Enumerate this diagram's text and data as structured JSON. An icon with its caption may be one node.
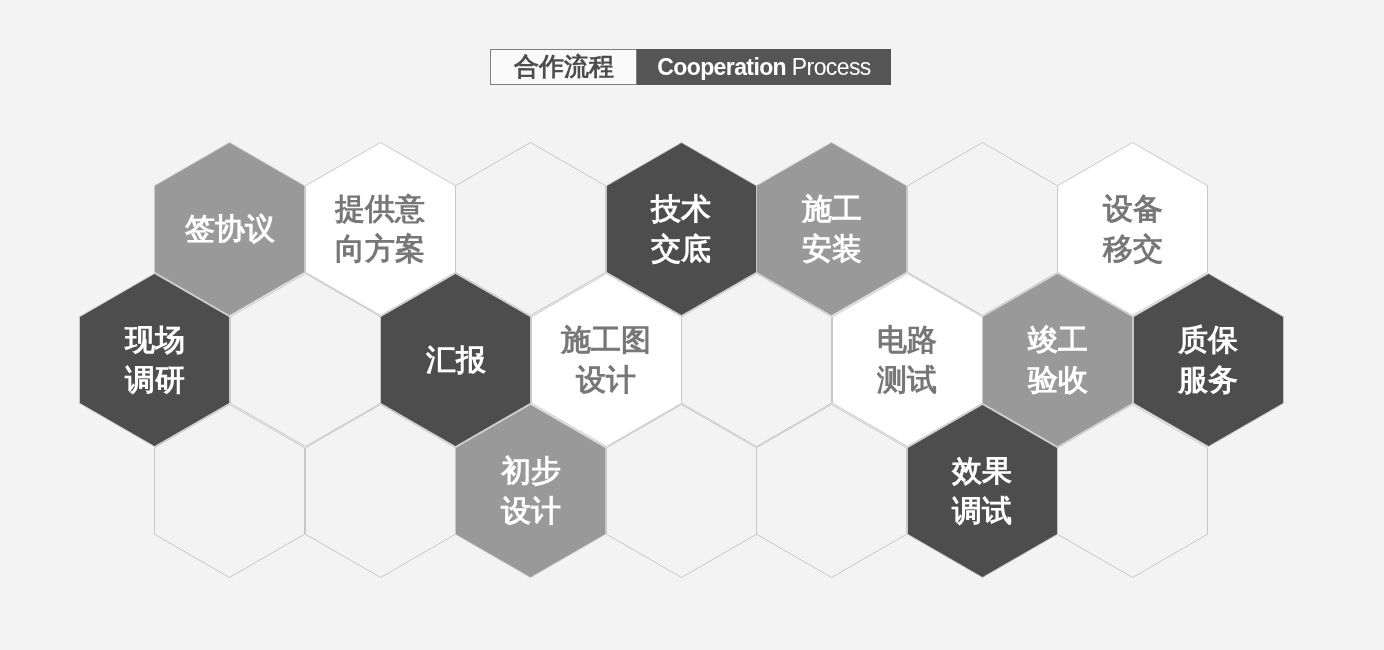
{
  "diagram": {
    "title": "合作流程",
    "nodes": [
      {
        "text": [
          "签协议"
        ]
      },
      {
        "text": [
          "提供意向方案"
        ]
      },
      {
        "text": [],
        "shape": "hexagon"
      },
      {
        "text": [
          "技术交底"
        ]
      },
      {
        "text": [
          "施工安装"
        ]
      },
      {
        "text": [],
        "shape": "hexagon"
      },
      {
        "text": [
          "设备移交"
        ]
      },
      {
        "text": [
          "现场调研"
        ]
      },
      {
        "text": [],
        "shape": "hexagon"
      },
      {
        "text": [
          "汇报"
        ]
      },
      {
        "text": [
          "施工图设计"
        ]
      },
      {
        "text": [],
        "shape": "hexagon"
      },
      {
        "text": [
          "电路测试"
        ]
      },
      {
        "text": [
          "竣工验收"
        ]
      },
      {
        "text": [
          "质保服务"
        ]
      },
      {
        "text": [],
        "shape": "hexagon"
      },
      {
        "text": [],
        "shape": "hexagon"
      },
      {
        "text": [
          "初步设计"
        ]
      },
      {
        "text": [],
        "shape": "hexagon"
      },
      {
        "text": [],
        "shape": "hexagon"
      },
      {
        "text": [
          "效果调试"
        ]
      },
      {
        "text": [],
        "shape": "hexagon"
      }
    ],
    "labels": [
      "**Cooperation** Process"
    ]
  }
}
